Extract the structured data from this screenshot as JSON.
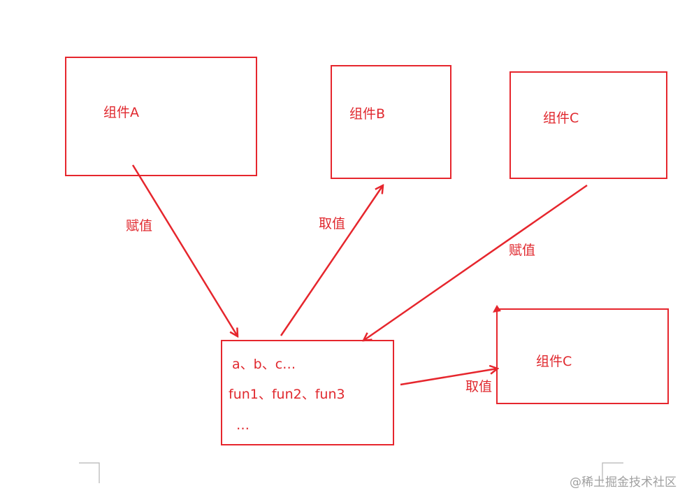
{
  "components": [
    {
      "label": "组件A"
    },
    {
      "label": "组件B"
    },
    {
      "label": "组件C"
    },
    {
      "label": "组件C"
    }
  ],
  "store": {
    "lines": [
      "a、b、c…",
      "fun1、fun2、fun3",
      "…"
    ]
  },
  "arrows": [
    {
      "label": "赋值"
    },
    {
      "label": "取值"
    },
    {
      "label": "赋值"
    },
    {
      "label": "取值"
    }
  ],
  "watermark": "@稀土掘金技术社区",
  "colors": {
    "accent": "#e6262d",
    "text": "#e0282e",
    "watermark": "#a0a0a0"
  }
}
